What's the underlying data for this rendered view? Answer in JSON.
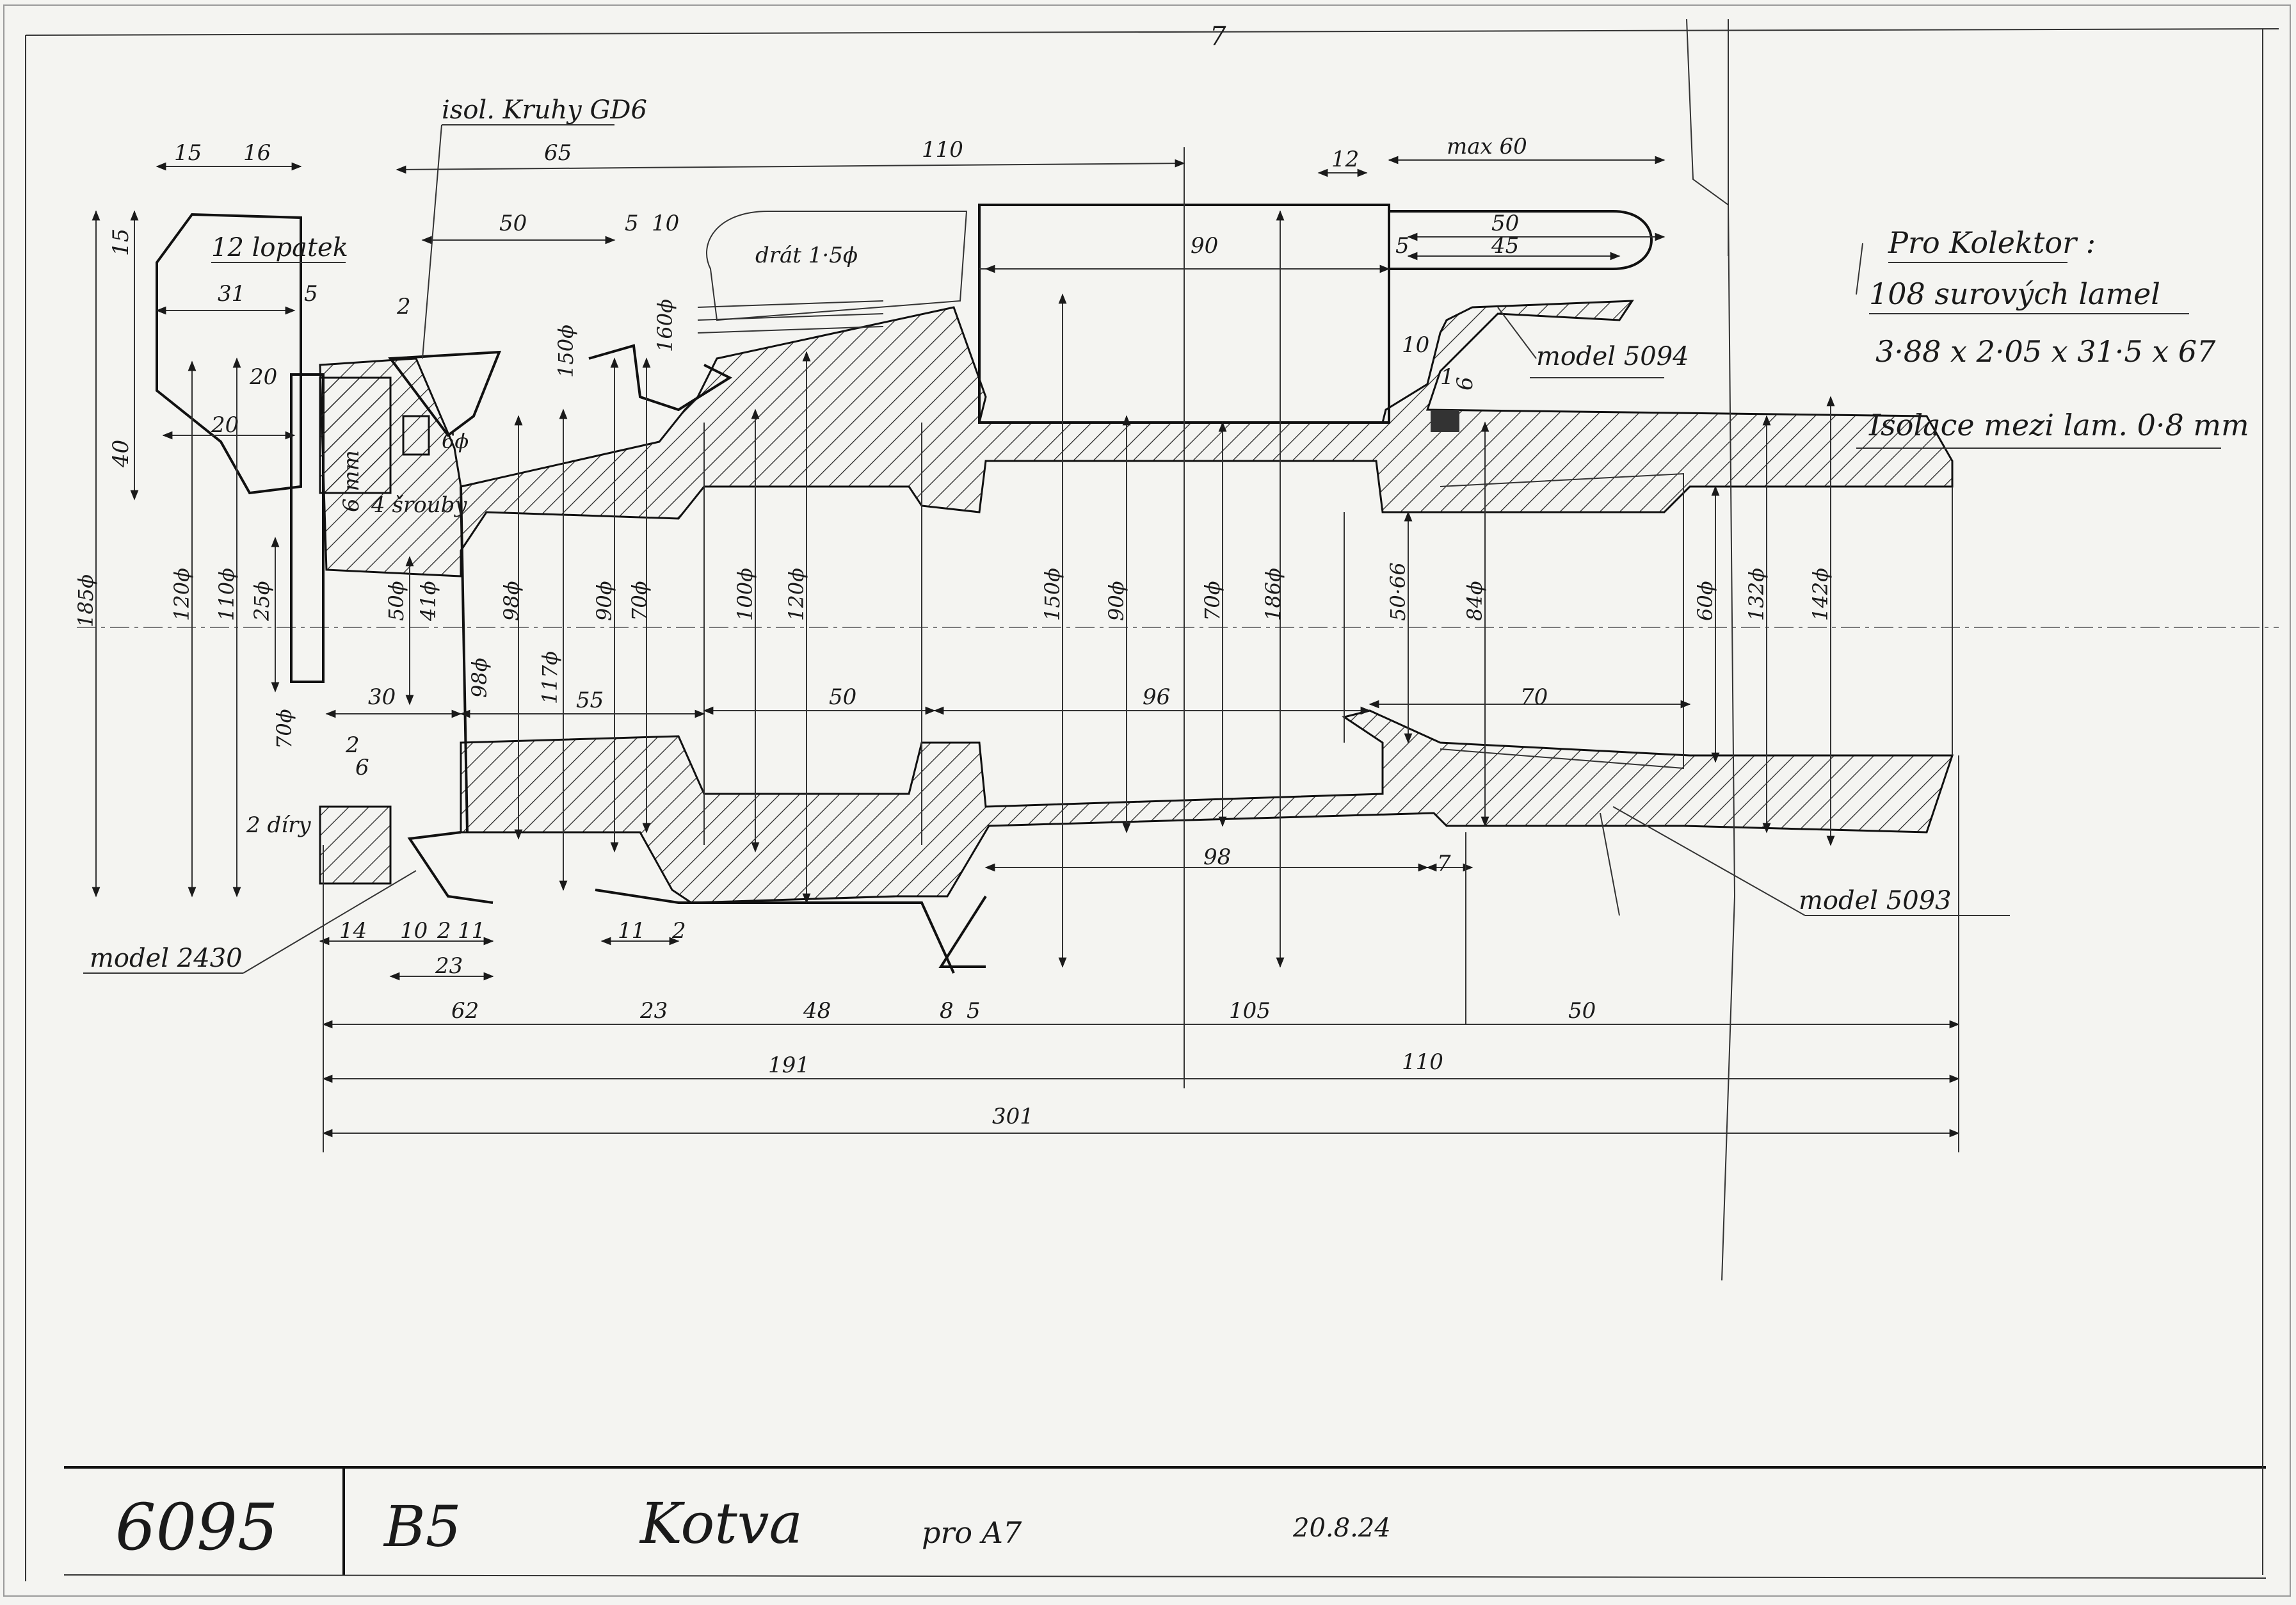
{
  "drawing": {
    "number": "6095",
    "code": "B5",
    "name": "Kotva",
    "for_label": "pro A7",
    "date": "20.8.24",
    "top_mark": "7"
  },
  "notes": {
    "kolektor_title": "Pro Kolektor :",
    "kolektor_line1": "108 surových lamel",
    "kolektor_line2": "3·88 x 2·05 x 31·5 x 67",
    "kolektor_line3": "Isolace mezi lam. 0·8 mm",
    "isol_rings": "isol. Kruhy GD6",
    "blades": "12 lopatek",
    "wire": "drát 1·5ϕ",
    "screws": "4 šrouby",
    "screws_size": "6 mm",
    "holes": "2 díry",
    "model_5094": "model 5094",
    "model_5093": "model 5093",
    "model_2430": "model 2430"
  },
  "dimensions": {
    "top": [
      "15",
      "16",
      "65",
      "110",
      "12",
      "max 60",
      "50",
      "5",
      "10",
      "90",
      "5",
      "50",
      "45",
      "31",
      "5",
      "2",
      "10",
      "1",
      "6",
      "15",
      "20",
      "40",
      "20"
    ],
    "diameters": [
      "185ϕ",
      "120ϕ",
      "110ϕ",
      "25ϕ",
      "50ϕ",
      "41ϕ",
      "98ϕ",
      "90ϕ",
      "70ϕ",
      "100ϕ",
      "120ϕ",
      "150ϕ",
      "90ϕ",
      "70ϕ",
      "186ϕ",
      "50·66",
      "84ϕ",
      "60ϕ",
      "132ϕ",
      "142ϕ",
      "150ϕ",
      "160ϕ",
      "6ϕ",
      "98ϕ",
      "117ϕ",
      "70ϕ"
    ],
    "mid": [
      "30",
      "55",
      "50",
      "96",
      "70",
      "98",
      "7",
      "14",
      "10",
      "2",
      "11",
      "23",
      "11",
      "2"
    ],
    "bottom": [
      "62",
      "23",
      "48",
      "8",
      "5",
      "105",
      "50",
      "191",
      "110",
      "301"
    ],
    "small": [
      "2",
      "6"
    ]
  }
}
